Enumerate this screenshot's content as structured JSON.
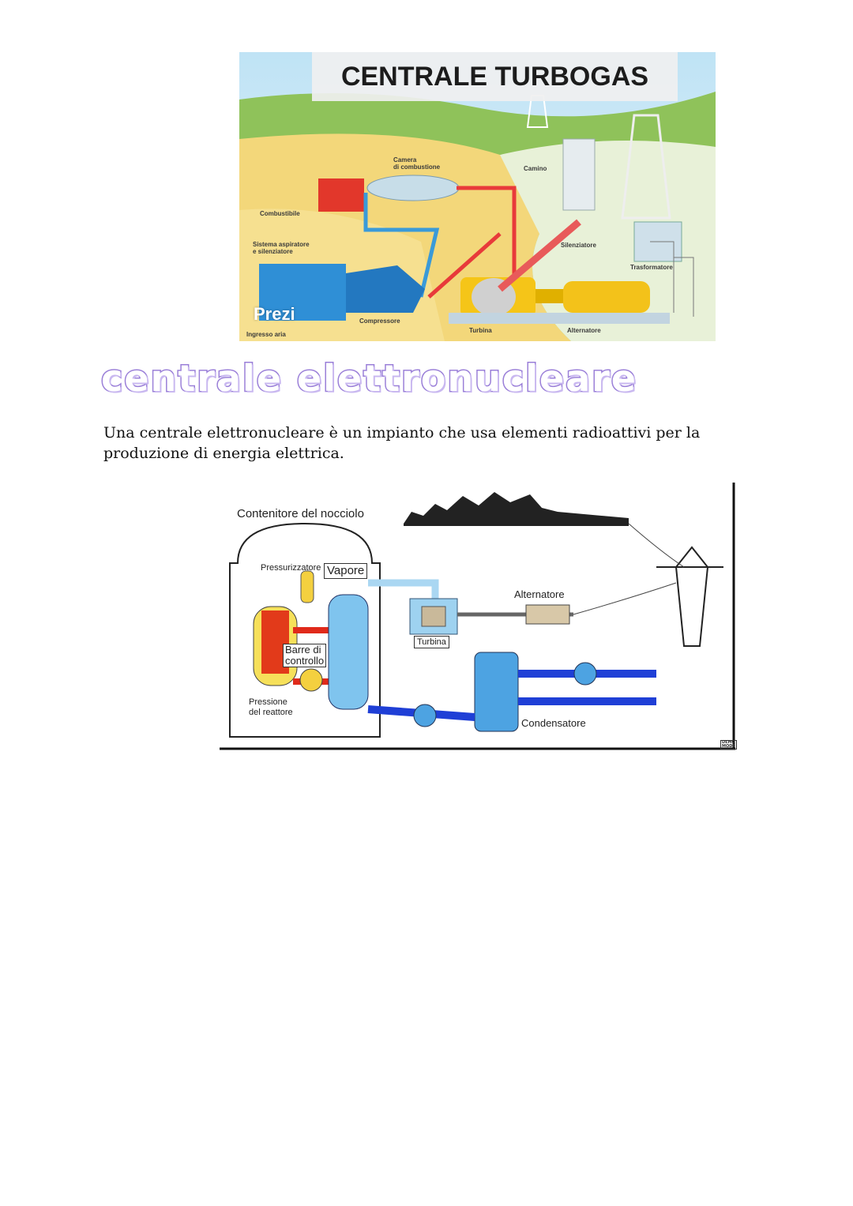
{
  "turbogas": {
    "title": "CENTRALE TURBOGAS",
    "labels": {
      "combustibile": "Combustibile",
      "sistema": "Sistema aspiratore\ne silenziatore",
      "camera": "Camera\ndi combustione",
      "camino": "Camino",
      "silenziatore": "Silenziatore",
      "trasformatore": "Trasformatore",
      "compressore": "Compressore",
      "turbina": "Turbina",
      "alternatore": "Alternatore",
      "ingresso": "Ingresso aria"
    },
    "watermark": "Prezi"
  },
  "heading": "centrale elettronucleare",
  "paragraph": "Una centrale elettronucleare è un impianto che usa elementi radioattivi per la produzione di energia elettrica.",
  "nuclear": {
    "contenitore": "Contenitore del nocciolo",
    "pressurizzatore": "Pressurizzatore",
    "vapore": "Vapore",
    "alternatore": "Alternatore",
    "barre": "Barre di\ncontrollo",
    "turbina": "Turbina",
    "pressione": "Pressione\ndel reattore",
    "condensatore": "Condensatore",
    "demo": "DEMO\nMODE"
  }
}
